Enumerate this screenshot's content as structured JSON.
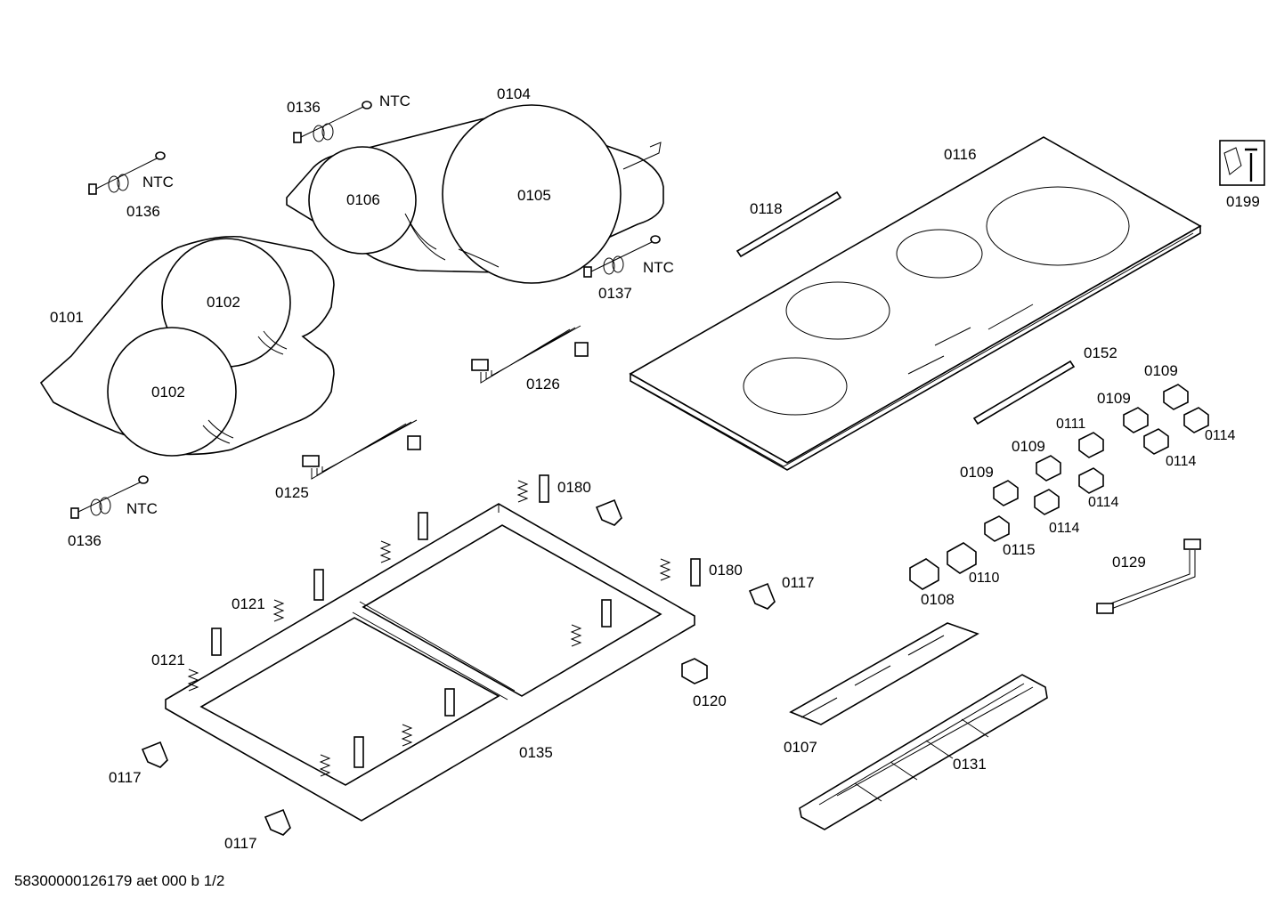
{
  "labels": {
    "l0136a": "0136",
    "ntc_a": "NTC",
    "l0104": "0104",
    "ntc_b": "NTC",
    "l0136b": "0136",
    "l0106": "0106",
    "l0105": "0105",
    "ntc_c": "NTC",
    "l0137": "0137",
    "l0101": "0101",
    "l0102a": "0102",
    "l0102b": "0102",
    "l0116": "0116",
    "l0118": "0118",
    "l0199": "0199",
    "l0126": "0126",
    "l0152": "0152",
    "l0109a": "0109",
    "l0109b": "0109",
    "l0109c": "0109",
    "l0109d": "0109",
    "l0111": "0111",
    "l0114a": "0114",
    "l0114b": "0114",
    "l0114c": "0114",
    "l0114d": "0114",
    "l0125": "0125",
    "ntc_d": "NTC",
    "l0136c": "0136",
    "l0180a": "0180",
    "l0180b": "0180",
    "l0115": "0115",
    "l0110": "0110",
    "l0108": "0108",
    "l0129": "0129",
    "l0117a": "0117",
    "l0117b": "0117",
    "l0117c": "0117",
    "l0121a": "0121",
    "l0121b": "0121",
    "l0120": "0120",
    "l0135": "0135",
    "l0107": "0107",
    "l0131": "0131"
  },
  "footer": "58300000126179 aet 000 b 1/2"
}
